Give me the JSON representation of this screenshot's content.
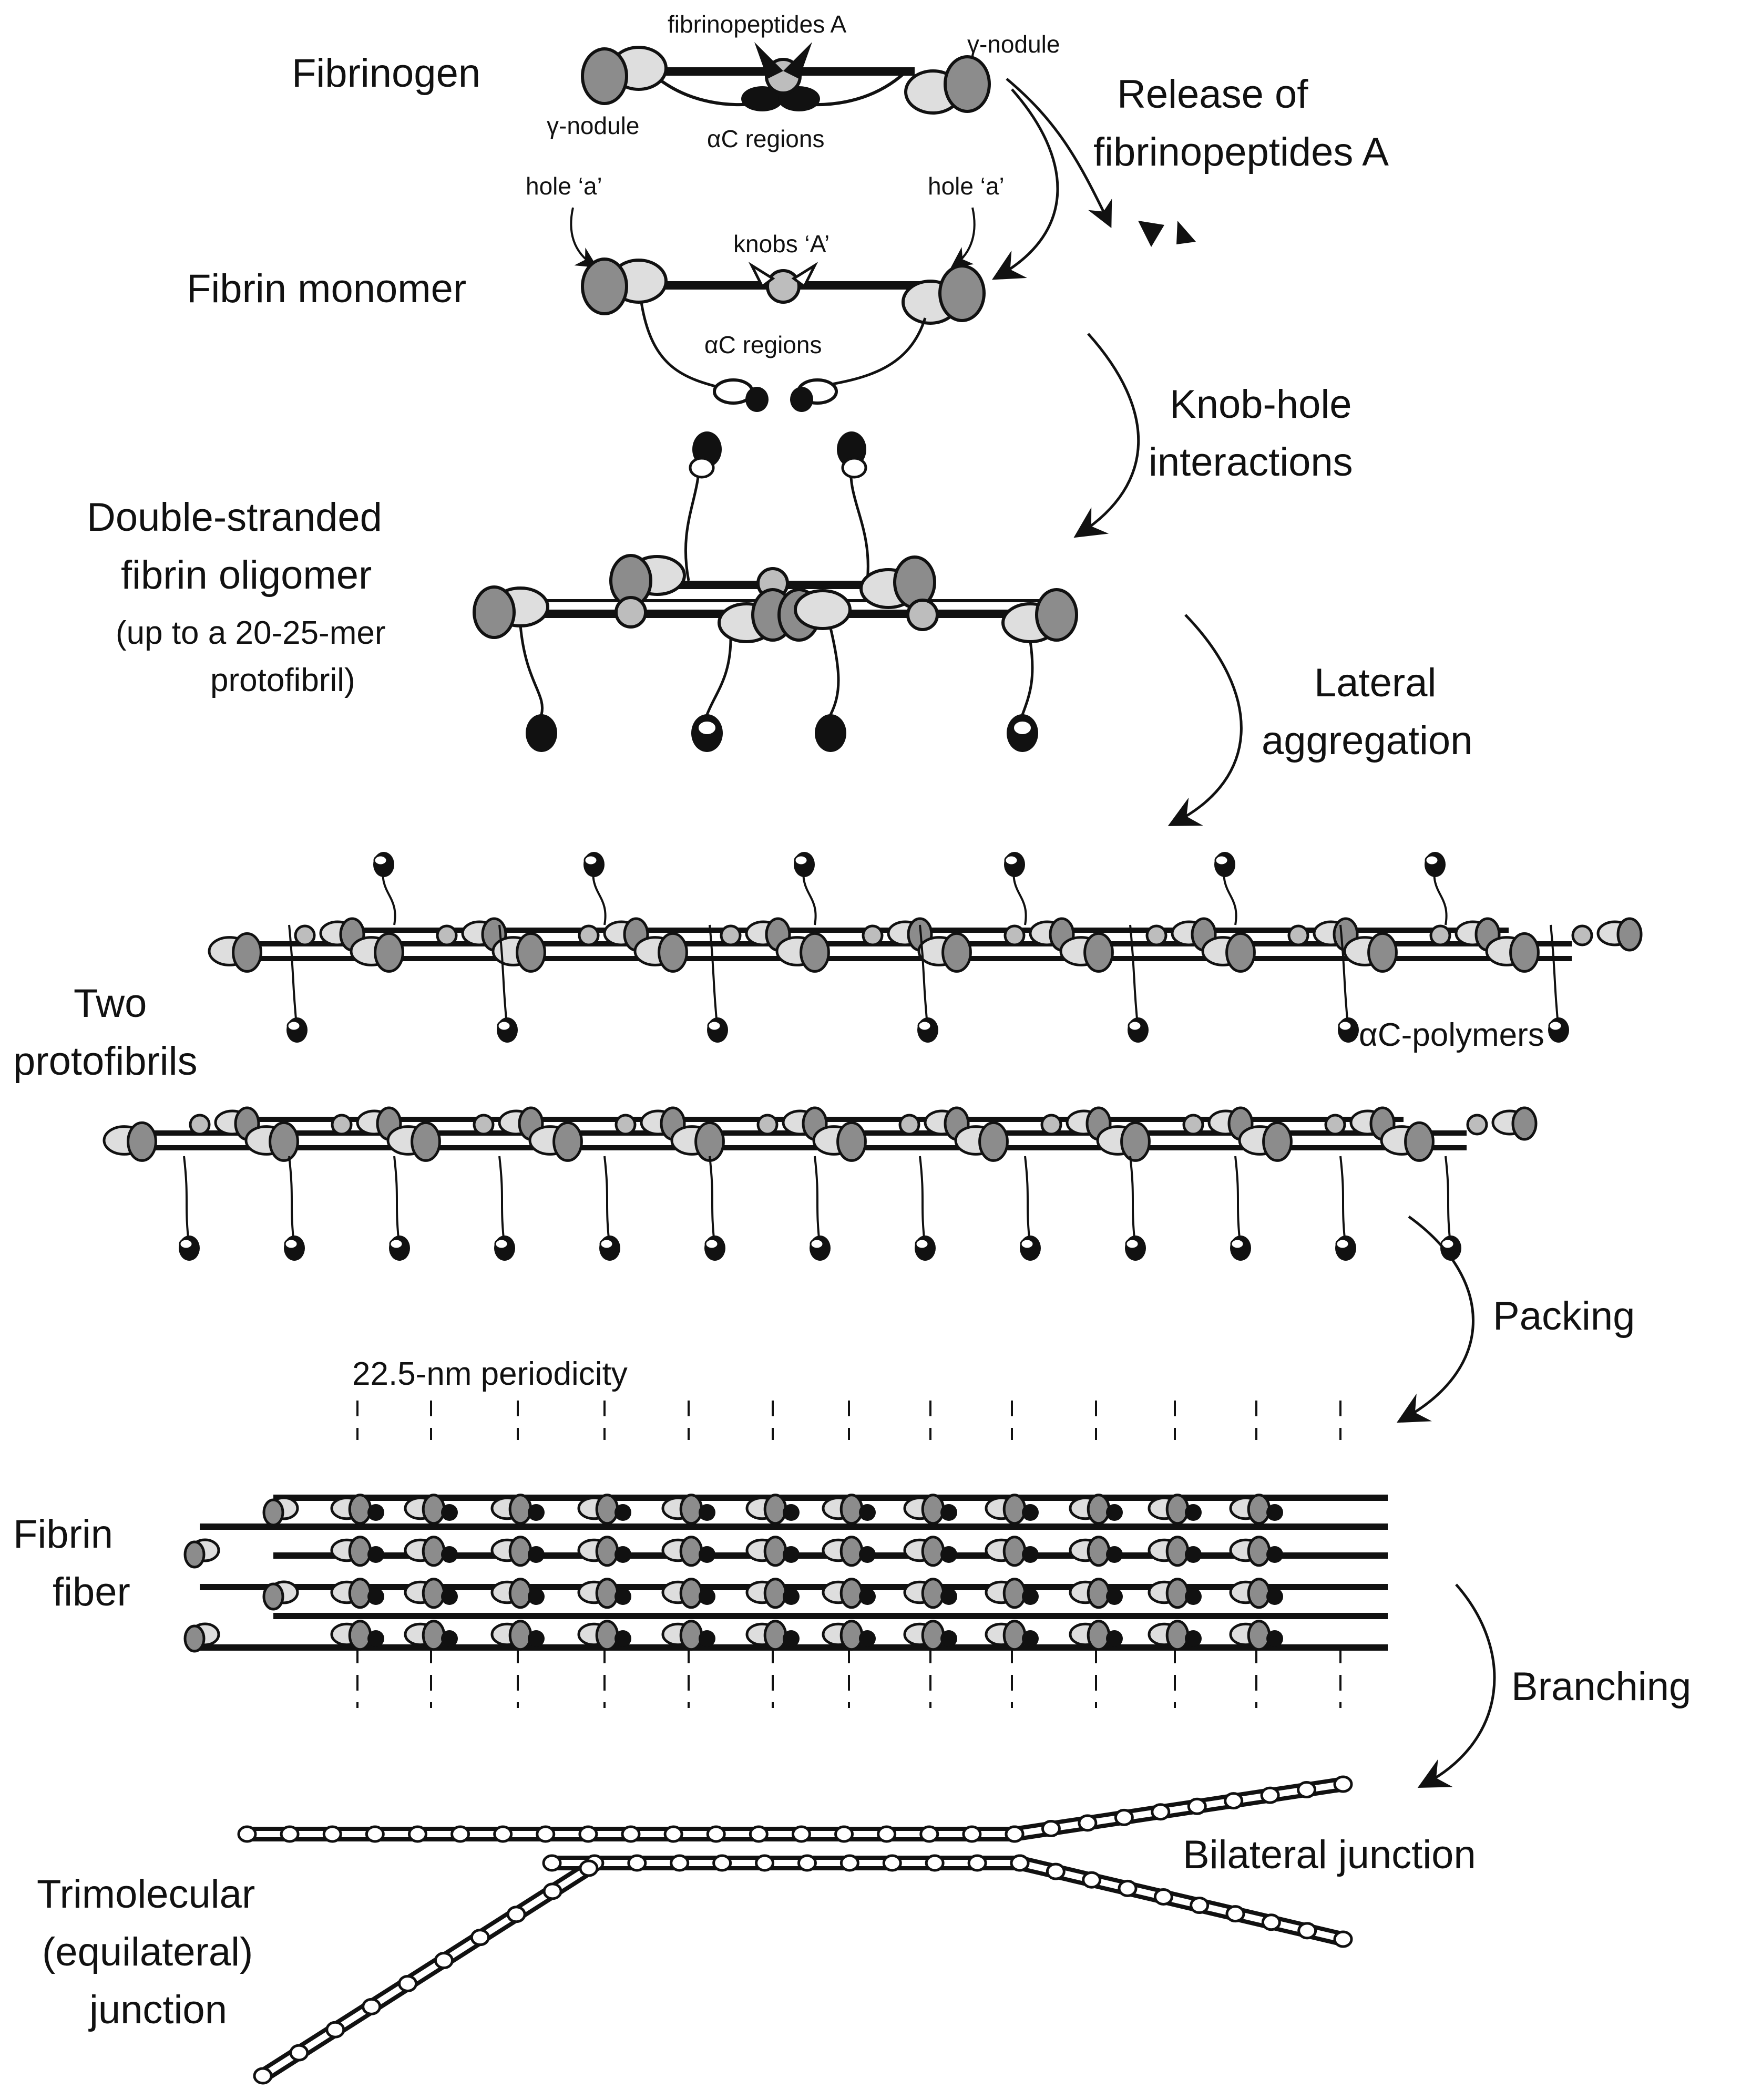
{
  "labels": {
    "fibrinogen": "Fibrinogen",
    "fibrinopeptides_a": "fibrinopeptides A",
    "gamma_nodule_left": "γ-nodule",
    "gamma_nodule_right": "γ-nodule",
    "ac_regions_top": "αC regions",
    "release_line1": "Release of",
    "release_line2": "fibrinopeptides A",
    "hole_a_left": "hole ‘a’",
    "hole_a_right": "hole ‘a’",
    "knobs_a": "knobs ‘A’",
    "fibrin_monomer": "Fibrin monomer",
    "ac_regions_mid": "αC regions",
    "knob_hole_line1": "Knob-hole",
    "knob_hole_line2": "interactions",
    "oligomer_line1": "Double-stranded",
    "oligomer_line2": "fibrin oligomer",
    "oligomer_line3": "(up to a 20-25-mer",
    "oligomer_line4": "protofibril)",
    "lateral_line1": "Lateral",
    "lateral_line2": "aggregation",
    "two_line1": "Two",
    "two_line2": "protofibrils",
    "ac_polymers": "αC-polymers",
    "packing": "Packing",
    "periodicity": "22.5-nm periodicity",
    "fiber_line1": "Fibrin",
    "fiber_line2": "fiber",
    "branching": "Branching",
    "bilateral": "Bilateral junction",
    "tri_line1": "Trimolecular",
    "tri_line2": "(equilateral)",
    "tri_line3": "junction"
  },
  "colors": {
    "ink": "#111111",
    "d_domain": "#8c8c8c",
    "e_domain": "#bdbdbd",
    "light_domain": "#dedede",
    "background": "#ffffff"
  }
}
